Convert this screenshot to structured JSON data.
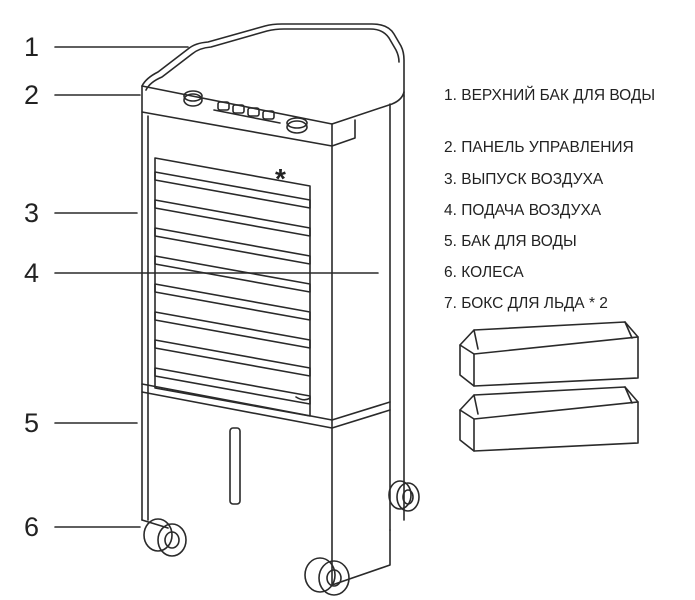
{
  "callouts": [
    "1",
    "2",
    "3",
    "4",
    "5",
    "6"
  ],
  "legend": [
    "1. ВЕРХНИЙ БАК ДЛЯ ВОДЫ",
    "2. ПАНЕЛЬ УПРАВЛЕНИЯ",
    "3. ВЫПУСК ВОЗДУХА",
    "4. ПОДАЧА ВОЗДУХА",
    "5. БАК ДЛЯ ВОДЫ",
    "6. КОЛЕСА",
    "7. БОКС ДЛЯ ЛЬДА * 2"
  ],
  "marks": {
    "asterisk": "*"
  },
  "colors": {
    "stroke": "#2a2a2a",
    "text": "#222222",
    "background": "#ffffff"
  }
}
